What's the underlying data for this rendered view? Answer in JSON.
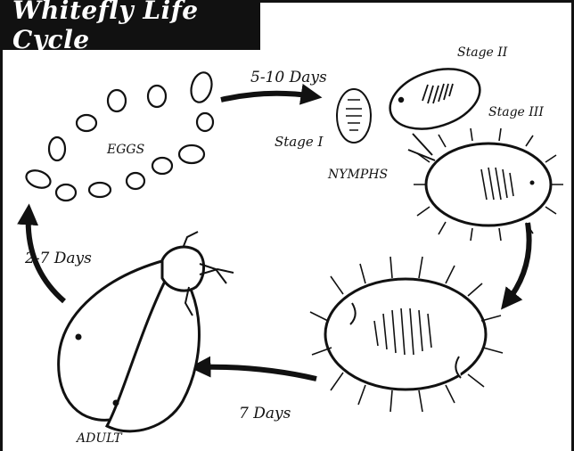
{
  "title": "Whitefly Life Cycle",
  "stages": {
    "eggs": "EGGS",
    "stage1": "Stage I",
    "stage2": "Stage II",
    "stage3": "Stage III",
    "nymphs": "NYMPHS",
    "adult": "ADULT"
  },
  "durations": {
    "eggs_to_nymph": "5-10 Days",
    "pupa_to_adult": "7 Days",
    "adult_to_eggs": "2-7 Days"
  },
  "icons": [
    "egg-icon",
    "nymph-icon",
    "pupa-icon",
    "adult-whitefly-icon",
    "cycle-arrow-icon"
  ]
}
